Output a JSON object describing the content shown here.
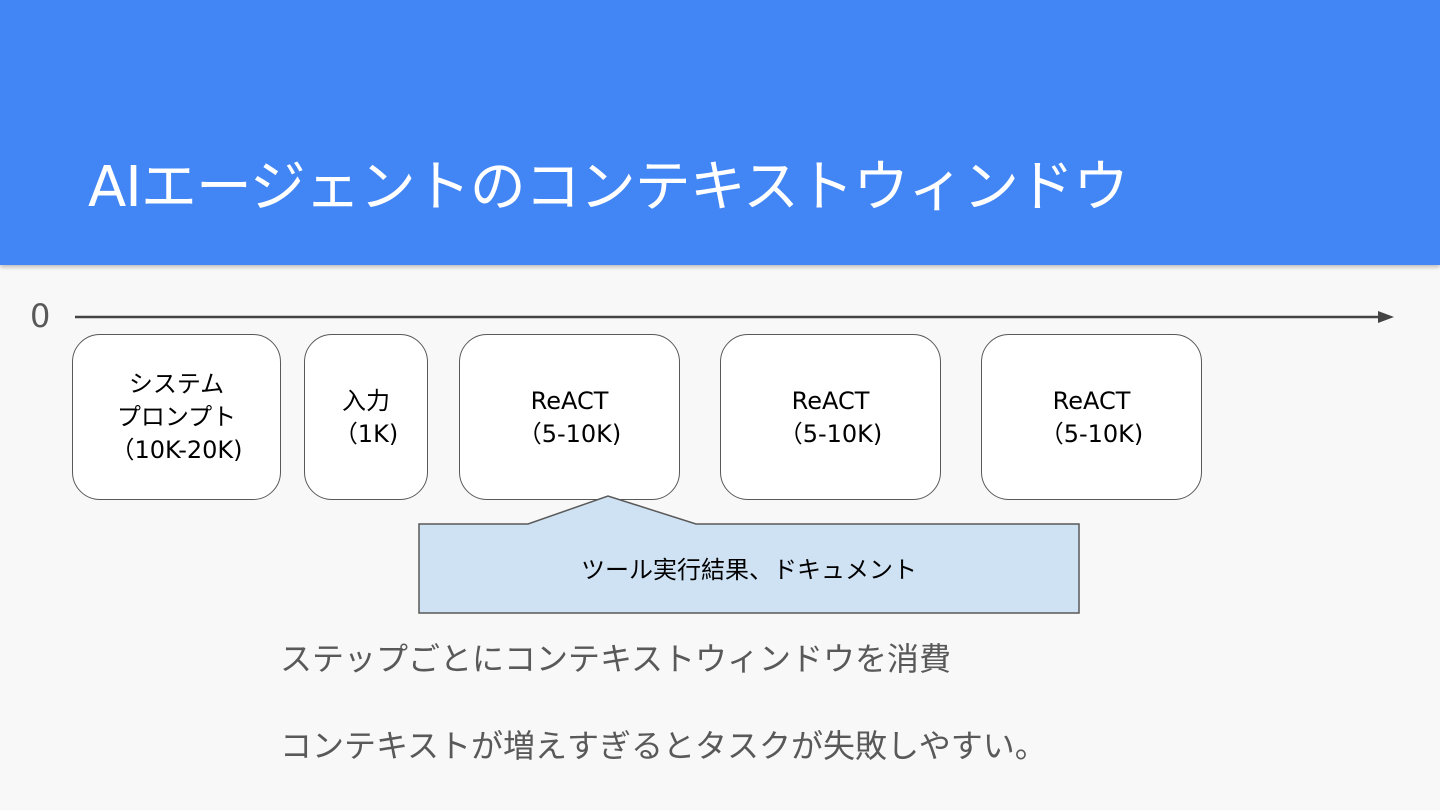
{
  "slide": {
    "title": "AIエージェントのコンテキストウィンドウ",
    "axis_origin": "0"
  },
  "blocks": [
    {
      "lines": [
        "システム",
        "プロンプト",
        "（10K-20K)"
      ]
    },
    {
      "lines": [
        "入力",
        "（1K)"
      ]
    },
    {
      "lines": [
        "ReACT",
        "（5-10K)"
      ]
    },
    {
      "lines": [
        "ReACT",
        "（5-10K)"
      ]
    },
    {
      "lines": [
        "ReACT",
        "（5-10K)"
      ]
    }
  ],
  "callout": {
    "label": "ツール実行結果、ドキュメント"
  },
  "notes": [
    "ステップごとにコンテキストウィンドウを消費",
    "コンテキストが増えすぎるとタスクが失敗しやすい。"
  ],
  "colors": {
    "header": "#4285f4",
    "callout_fill": "#cfe2f3",
    "text_gray": "#595959"
  }
}
